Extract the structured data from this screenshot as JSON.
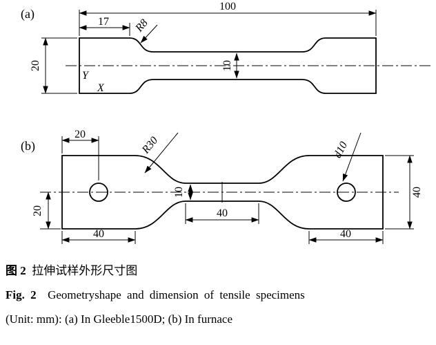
{
  "figure_a": {
    "panel_label": "(a)",
    "dim_overall_length": "100",
    "dim_grip_length": "17",
    "dim_fillet_radius": "R8",
    "dim_gauge_width": "10",
    "dim_specimen_width": "20",
    "axis_x": "X",
    "axis_y": "Y"
  },
  "figure_b": {
    "panel_label": "(b)",
    "dim_hole_offset": "20",
    "dim_fillet_radius": "R30",
    "dim_gauge_width": "10",
    "dim_hole_diameter": "d10",
    "dim_specimen_width": "40",
    "dim_half_width": "20",
    "dim_gauge_length": "40",
    "dim_left_grip": "40",
    "dim_right_grip": "40"
  },
  "caption": {
    "zh_label": "图 2",
    "zh_text": "拉伸试样外形尺寸图",
    "en_label": "Fig. 2",
    "en_text": "Geometryshape and dimension of tensile specimens",
    "en_line2": "(Unit: mm): (a) In Gleeble1500D; (b) In furnace"
  },
  "colors": {
    "line": "#000000",
    "background": "#ffffff",
    "text": "#000000"
  }
}
